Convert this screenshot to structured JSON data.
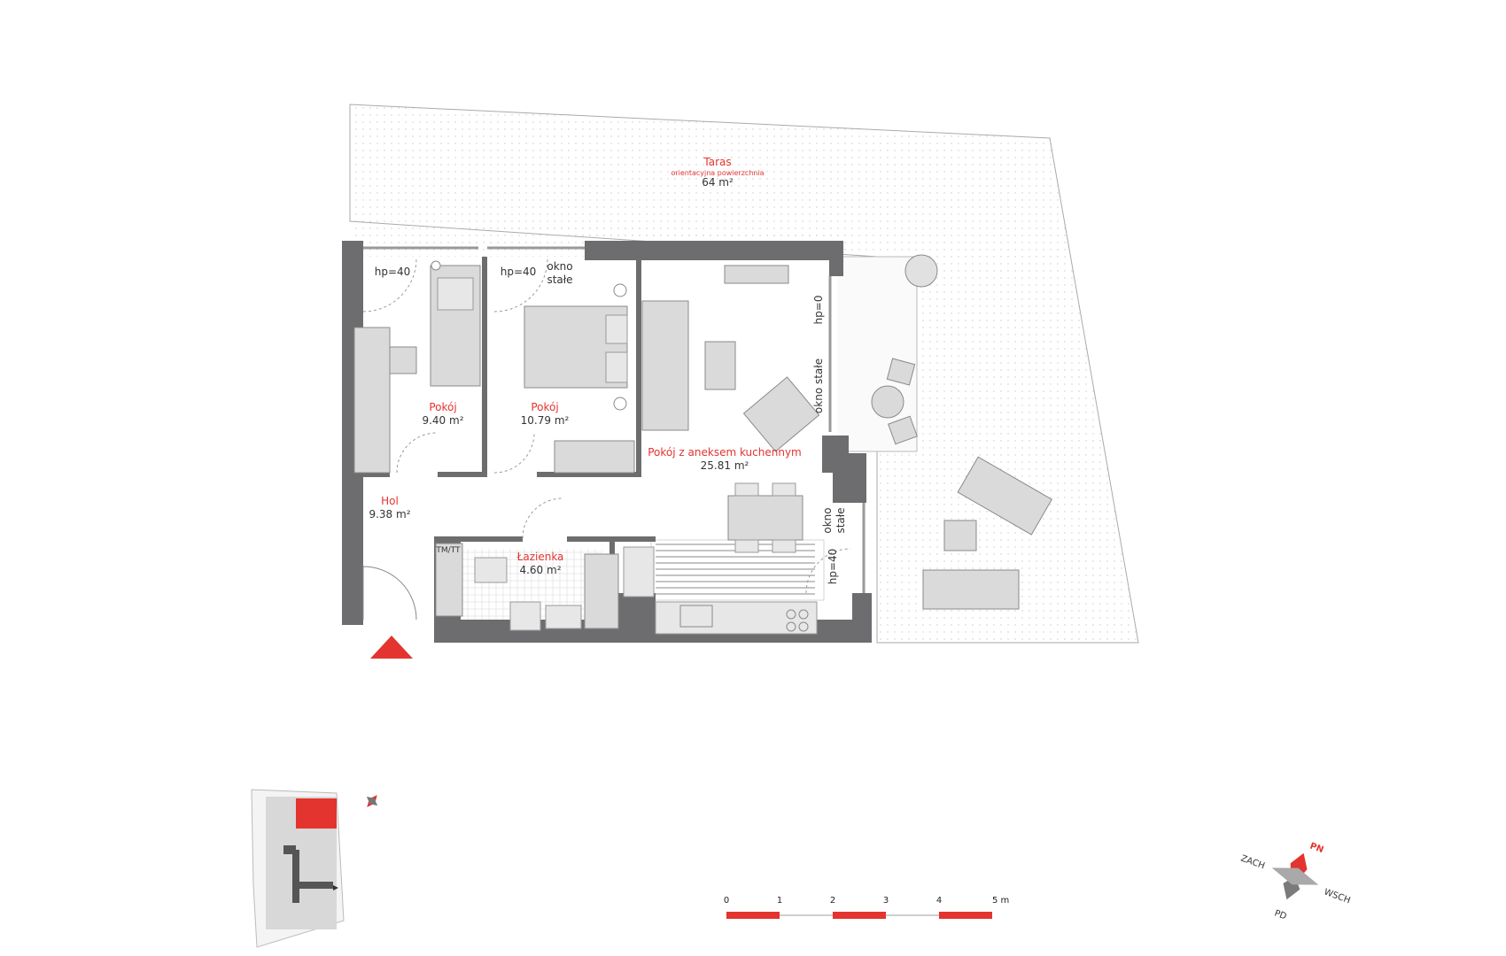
{
  "terrace": {
    "name": "Taras",
    "note": "orientacyjna powierzchnia",
    "area": "64 m²"
  },
  "rooms": [
    {
      "id": "room1",
      "name": "Pokój",
      "area": "9.40 m²"
    },
    {
      "id": "room2",
      "name": "Pokój",
      "area": "10.79 m²"
    },
    {
      "id": "living",
      "name": "Pokój z aneksem kuchennym",
      "area": "25.81 m²"
    },
    {
      "id": "hall",
      "name": "Hol",
      "area": "9.38 m²"
    },
    {
      "id": "bath",
      "name": "Łazienka",
      "area": "4.60 m²"
    }
  ],
  "notes": {
    "hp40_a": "hp=40",
    "hp40_b": "hp=40",
    "okno_stale_top_1": "okno",
    "okno_stale_top_2": "stałe",
    "hp0": "hp=0",
    "okno_stale_right": "okno stałe",
    "okno_stale_lower_1": "okno",
    "okno_stale_lower_2": "stałe",
    "hp40_c": "hp=40",
    "tmtt": "TM/TT"
  },
  "scale_bar": {
    "labels": [
      "0",
      "1",
      "2",
      "3",
      "4",
      "5 m"
    ]
  },
  "compass": {
    "north": "PN",
    "west": "ZACH",
    "east": "WSCH",
    "south": "PD"
  },
  "colors": {
    "accent": "#e3342f",
    "wall": "#6d6d6f",
    "furniture": "#dadada"
  }
}
